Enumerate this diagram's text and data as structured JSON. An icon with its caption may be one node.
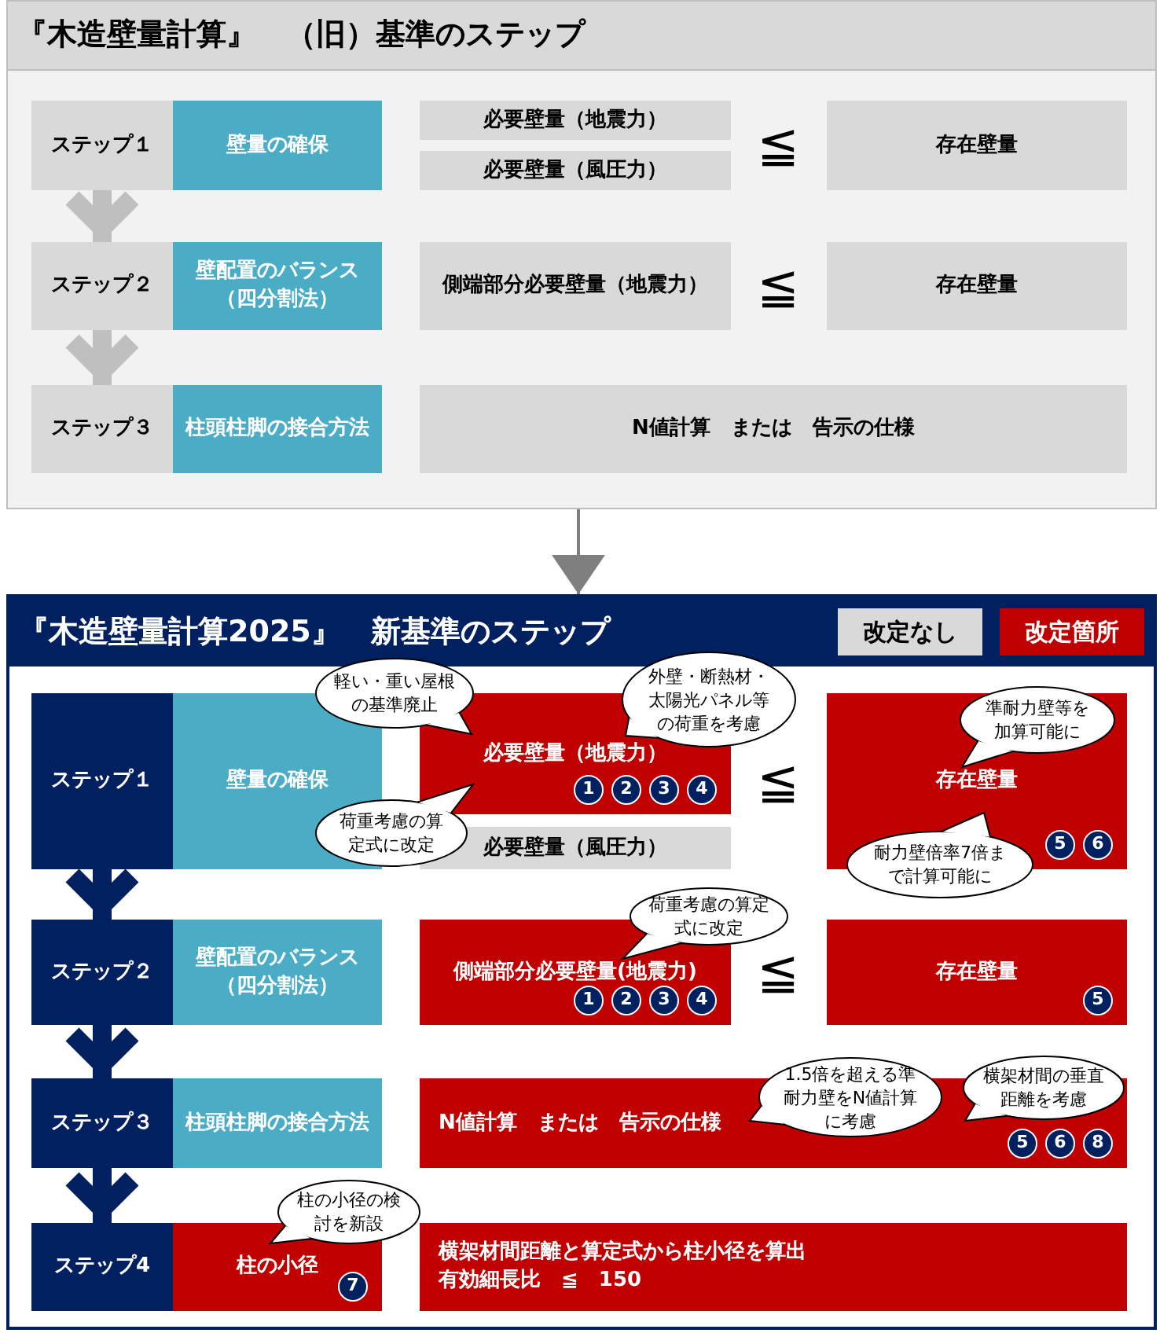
{
  "diagram": {
    "nodes": [
      {
        "text": [
          "『木造壁量計算』　（旧）基準のステップ"
        ]
      },
      {
        "text": [
          "ステップ１"
        ],
        "in": 0
      },
      {
        "text": [
          "壁量の確保"
        ],
        "in": 0
      },
      {
        "text": [
          "必要壁量（地震力）"
        ],
        "in": 0
      },
      {
        "text": [
          "必要壁量（風圧力）"
        ],
        "in": 0
      },
      {
        "text": [
          "存在壁量"
        ],
        "in": 0
      },
      {
        "text": [
          "ステップ２"
        ],
        "in": 0
      },
      {
        "text": [
          "壁配置のバランス（四分割法）"
        ],
        "in": 0
      },
      {
        "text": [
          "側端部分必要壁量（地震力）"
        ],
        "in": 0
      },
      {
        "text": [
          "存在壁量"
        ],
        "in": 0
      },
      {
        "text": [
          "ステップ３"
        ],
        "in": 0
      },
      {
        "text": [
          "柱頭柱脚の接合方法"
        ],
        "in": 0
      },
      {
        "text": [
          "N値計算　または　告示の仕様"
        ],
        "in": 0
      },
      {
        "text": [
          "『木造壁量計算2025』　新基準のステップ"
        ]
      },
      {
        "text": [
          "ステップ１"
        ],
        "in": 13
      },
      {
        "text": [
          "壁量の確保"
        ],
        "in": 13
      },
      {
        "text": [
          "必要壁量（地震力）",
          "1",
          "2",
          "3",
          "4"
        ],
        "in": 13
      },
      {
        "text": [
          "必要壁量（風圧力）"
        ],
        "in": 13
      },
      {
        "text": [
          "存在壁量",
          "5",
          "6"
        ],
        "in": 13
      },
      {
        "text": [
          "ステップ２"
        ],
        "in": 13
      },
      {
        "text": [
          "壁配置のバランス（四分割法）"
        ],
        "in": 13
      },
      {
        "text": [
          "側端部分必要壁量(地震力)",
          "1",
          "2",
          "3",
          "4"
        ],
        "in": 13
      },
      {
        "text": [
          "存在壁量",
          "5"
        ],
        "in": 13
      },
      {
        "text": [
          "ステップ３"
        ],
        "in": 13
      },
      {
        "text": [
          "柱頭柱脚の接合方法"
        ],
        "in": 13
      },
      {
        "text": [
          "N値計算　または　告示の仕様",
          "5",
          "6",
          "8"
        ],
        "in": 13
      },
      {
        "text": [
          "ステップ4"
        ],
        "in": 13
      },
      {
        "text": [
          "柱の小径",
          "7"
        ],
        "in": 13
      },
      {
        "text": [
          "横架材間距離と算定式から柱小径を算出",
          "有効細長比　≦　150"
        ],
        "in": 13
      },
      {
        "text": [
          "軽い・重い屋根の基準廃止"
        ],
        "in": 13
      },
      {
        "text": [
          "外壁・断熱材・太陽光パネル等の荷重を考慮"
        ],
        "in": 13
      },
      {
        "text": [
          "荷重考慮の算定式に改定"
        ],
        "in": 13
      },
      {
        "text": [
          "準耐力壁等を加算可能に"
        ],
        "in": 13
      },
      {
        "text": [
          "耐力壁倍率7倍まで計算可能に"
        ],
        "in": 13
      },
      {
        "text": [
          "荷重考慮の算定式に改定"
        ],
        "in": 13
      },
      {
        "text": [
          "1.5倍を超える準耐力壁をN値計算に考慮"
        ],
        "in": 13
      },
      {
        "text": [
          "横架材間の垂直距離を考慮"
        ],
        "in": 13
      },
      {
        "text": [
          "柱の小径の検討を新設"
        ],
        "in": 13
      }
    ],
    "edges": [
      {
        "from": 0,
        "to": 13,
        "arrow": "to",
        "color": "#7f7f7f"
      },
      {
        "from": 1,
        "to": 6,
        "arrow": "to",
        "color": "#bfbfbf"
      },
      {
        "from": 6,
        "to": 10,
        "arrow": "to",
        "color": "#bfbfbf"
      },
      {
        "from": 14,
        "to": 19,
        "arrow": "to",
        "color": "#002060"
      },
      {
        "from": 19,
        "to": 23,
        "arrow": "to",
        "color": "#002060"
      },
      {
        "from": 23,
        "to": 26,
        "arrow": "to",
        "color": "#002060"
      }
    ],
    "labels": [
      "≦",
      "≦",
      "≦",
      "≦"
    ],
    "legend": [
      {
        "text": "改定なし",
        "color": "#d9d9d9"
      },
      {
        "text": "改定箇所",
        "color": "#c00000"
      }
    ]
  }
}
